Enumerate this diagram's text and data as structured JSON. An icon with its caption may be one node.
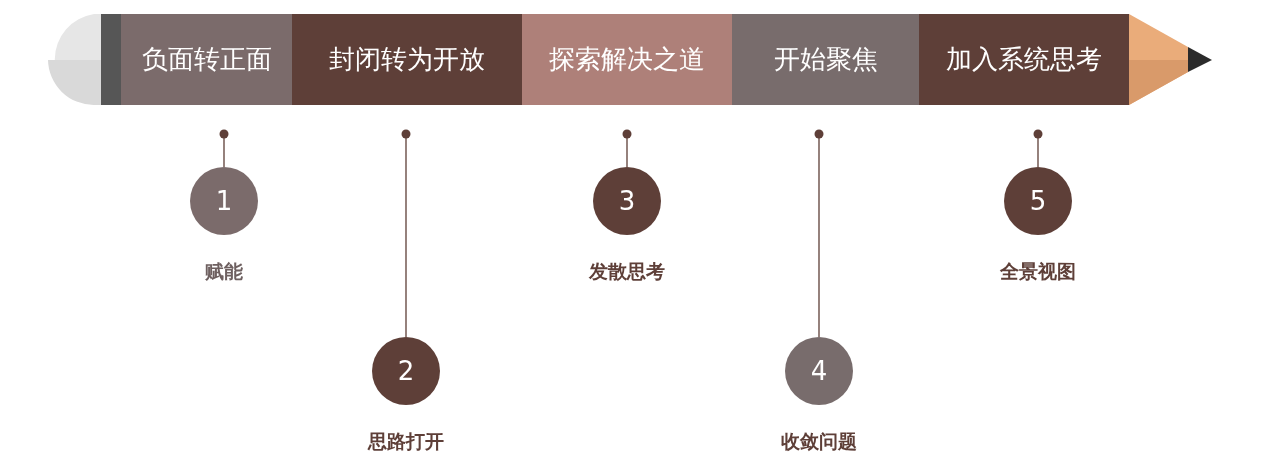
{
  "diagram": {
    "nodes": [
      {
        "text": [
          "负面转正面"
        ]
      },
      {
        "text": [
          "封闭转为开放"
        ]
      },
      {
        "text": [
          "探索解决之道"
        ]
      },
      {
        "text": [
          "开始聚焦"
        ]
      },
      {
        "text": [
          "加入系统思考"
        ]
      },
      {
        "text": [
          "1"
        ],
        "beside": [
          "赋能"
        ]
      },
      {
        "text": [
          "2"
        ],
        "beside": [
          "思路打开"
        ]
      },
      {
        "text": [
          "3"
        ],
        "beside": [
          "发散思考"
        ]
      },
      {
        "text": [
          "4"
        ],
        "beside": [
          "收敛问题"
        ]
      },
      {
        "text": [
          "5"
        ],
        "beside": [
          "全景视图"
        ]
      }
    ],
    "edges": [
      {
        "from": 0,
        "to": 5,
        "arrow": "other"
      },
      {
        "from": 1,
        "to": 6,
        "arrow": "other"
      },
      {
        "from": 2,
        "to": 7,
        "arrow": "other"
      },
      {
        "from": 3,
        "to": 8,
        "arrow": "other"
      },
      {
        "from": 4,
        "to": 9,
        "arrow": "other"
      }
    ]
  }
}
